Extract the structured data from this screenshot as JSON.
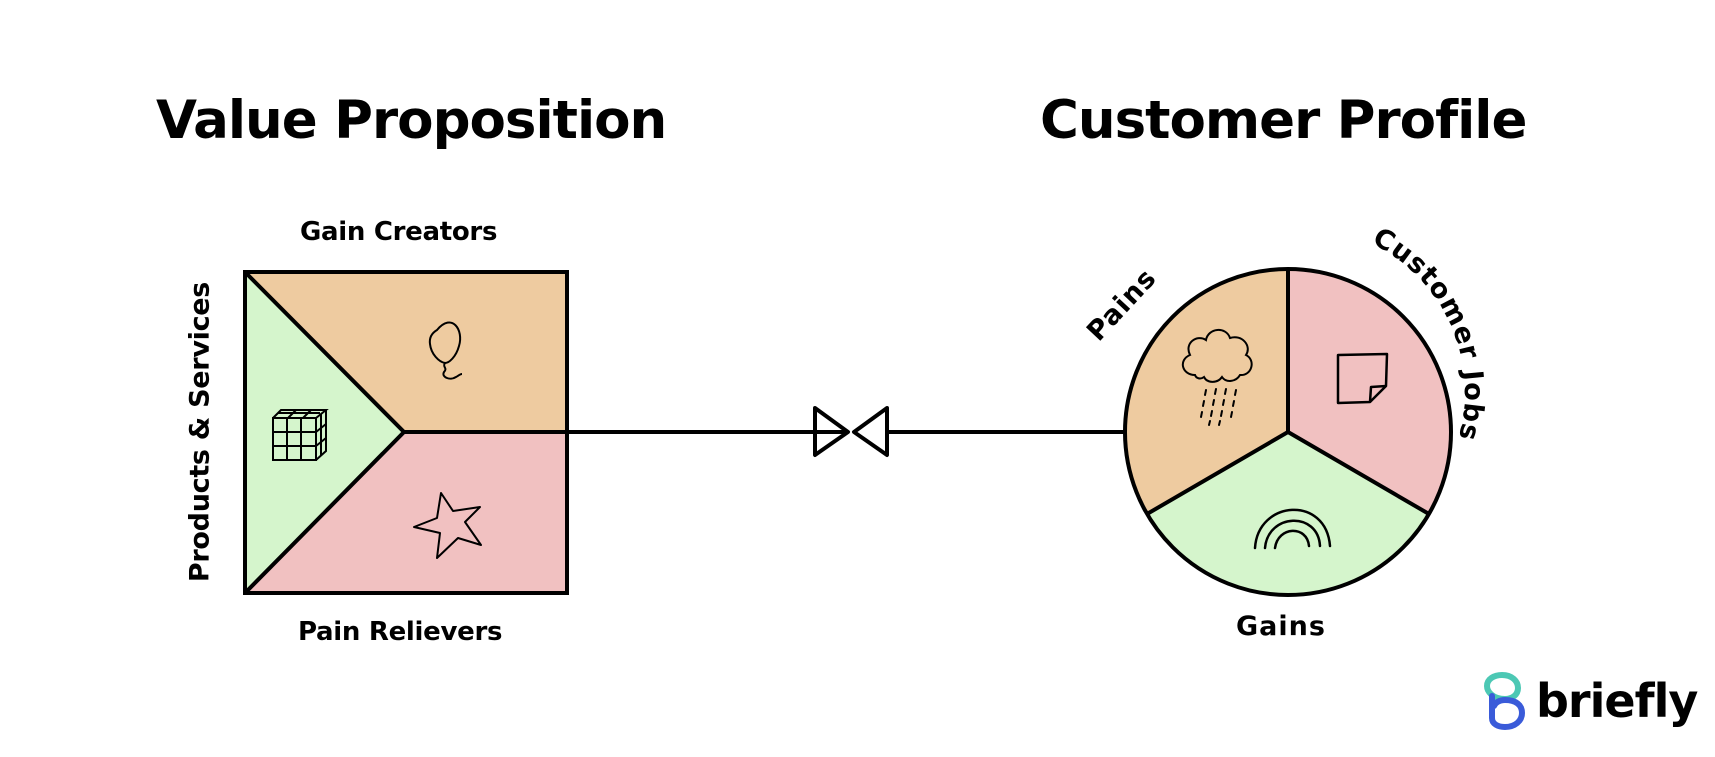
{
  "left_section": {
    "title": "Value Proposition",
    "labels": {
      "top": "Gain Creators",
      "bottom": "Pain Relievers",
      "left": "Products & Services"
    }
  },
  "right_section": {
    "title": "Customer Profile",
    "labels": {
      "pains": "Pains",
      "customer_jobs": "Customer Jobs",
      "gains": "Gains"
    }
  },
  "icons": {
    "gain_creators": "balloon-icon",
    "pain_relievers": "star-icon",
    "products_services": "cube-grid-icon",
    "pains": "rain-cloud-icon",
    "customer_jobs": "sticky-note-icon",
    "gains": "rainbow-icon",
    "connector": "bowtie-arrows-icon"
  },
  "colors": {
    "orange": "#eecba0",
    "pink": "#f1c1c1",
    "green": "#d5f5cc",
    "stroke": "#000000",
    "brand_teal": "#4cc8b4",
    "brand_blue": "#3a5bd9"
  },
  "brand": {
    "name": "briefly"
  }
}
